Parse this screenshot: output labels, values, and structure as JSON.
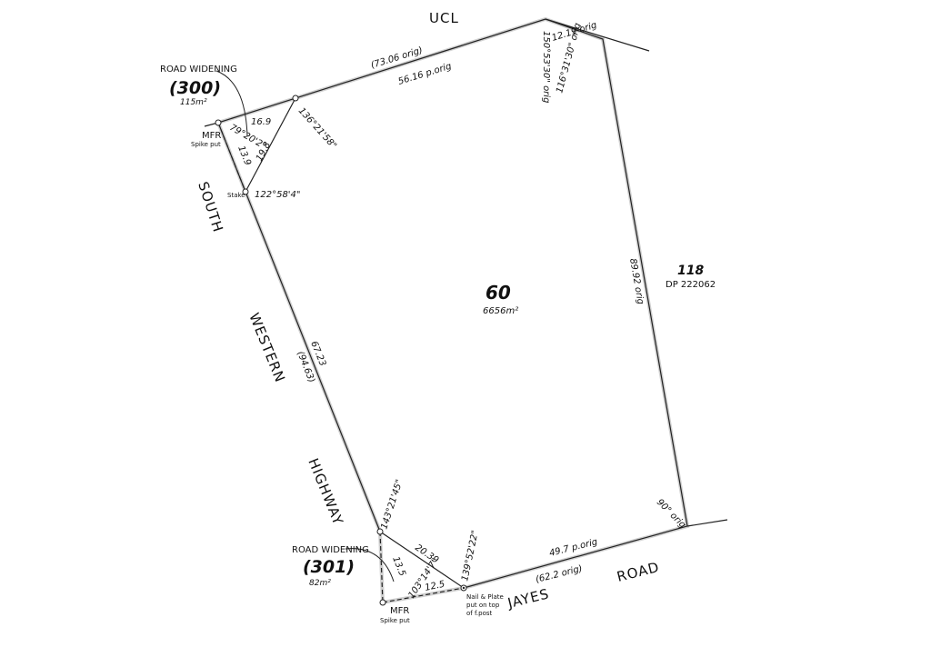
{
  "plan": {
    "road_ucl": "UCL",
    "road_south": "SOUTH",
    "road_western": "WESTERN",
    "road_highway": "HIGHWAY",
    "road_jayes": "JAYES",
    "road_road": "ROAD",
    "lot60": {
      "number": "60",
      "area": "6656m²"
    },
    "lot118": {
      "number": "118",
      "dp": "DP 222062"
    },
    "widening300": {
      "title": "ROAD WIDENING",
      "number": "(300)",
      "area": "115m²"
    },
    "widening301": {
      "title": "ROAD WIDENING",
      "number": "(301)",
      "area": "82m²"
    },
    "markers": {
      "mfr_top": "MFR",
      "spike_top": "Spike put",
      "stake": "Stake",
      "mfr_bottom": "MFR",
      "spike_bottom": "Spike put",
      "nail_1": "Nail & Plate",
      "nail_2": "put on top",
      "nail_3": "of f.post"
    },
    "dims": {
      "top_orig": "(73.06 orig)",
      "top_porig": "56.16 p.orig",
      "ne_12": "12.19 orig",
      "ne_ang1": "150°53'30\" orig",
      "ne_ang2": "116°31'30\" orig",
      "east_len": "89.92 orig",
      "se_ang": "90° orig",
      "south_porig": "49.7 p.orig",
      "south_orig": "(62.2 orig)",
      "west_len": "67.23",
      "west_orig": "(94.63)",
      "nw_169": "16.9",
      "nw_ang": "79°20'2\"",
      "nw_139": "13.9",
      "nw_198": "19.8",
      "nw_ang2": "136°21'58\"",
      "stake_ang": "122°58'4\"",
      "sw_ang": "143°21'45\"",
      "sw_135": "13.5",
      "sw_2039": "20.39",
      "sw_ang2": "103°14'7\"",
      "sw_125": "12.5",
      "nail_ang": "139°52'22\""
    }
  }
}
